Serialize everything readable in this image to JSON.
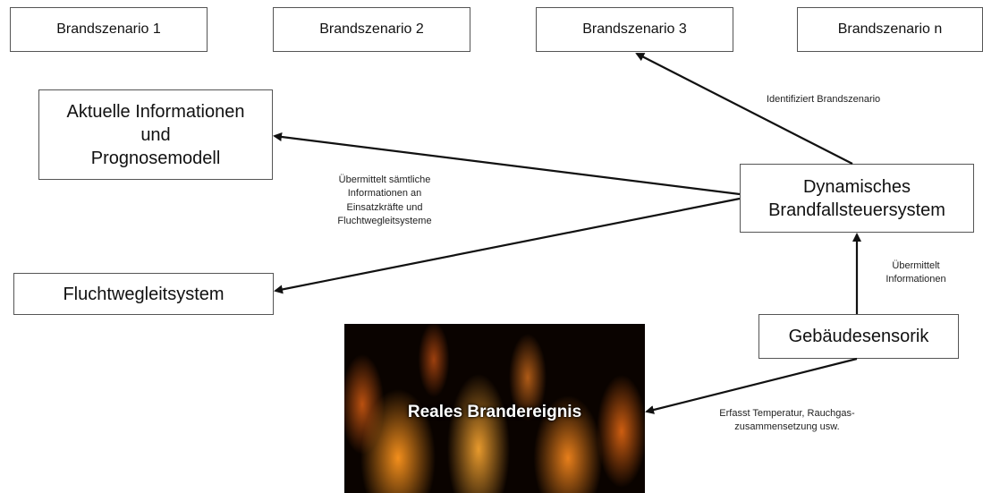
{
  "scenarios": [
    "Brandszenario 1",
    "Brandszenario 2",
    "Brandszenario 3",
    "Brandszenario n"
  ],
  "boxes": {
    "aktuelle_info": [
      "Aktuelle Informationen",
      "und",
      "Prognosemodell"
    ],
    "fluchtweg": "Fluchtwegleitsystem",
    "dynamisch": [
      "Dynamisches",
      "Brandfallsteuersystem"
    ],
    "sensorik": "Gebäudesensorik",
    "fire": "Reales Brandereignis"
  },
  "labels": {
    "identifiziert": "Identifiziert Brandszenario",
    "uebermittelt_alle": [
      "Übermittelt sämtliche",
      "Informationen an",
      "Einsatzkräfte und",
      "Fluchtwegleitsysteme"
    ],
    "uebermittelt_info": [
      "Übermittelt",
      "Informationen"
    ],
    "erfasst": [
      "Erfasst Temperatur, Rauchgas-",
      "zusammensetzung usw."
    ]
  }
}
